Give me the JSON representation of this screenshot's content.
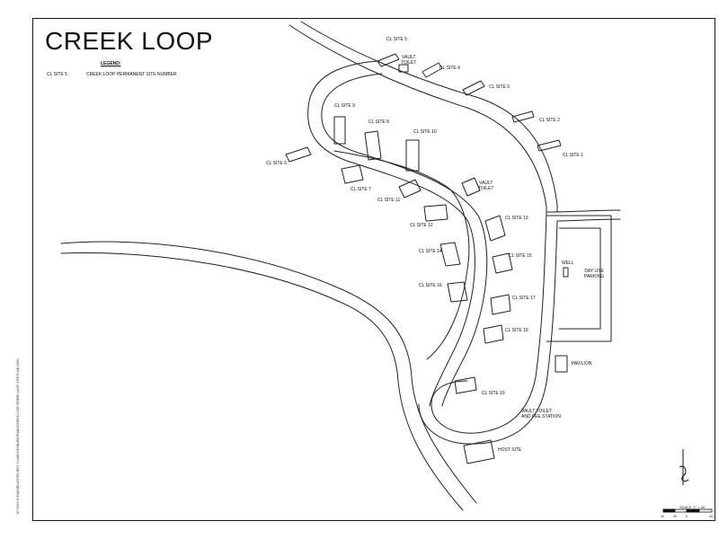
{
  "title": "CREEK LOOP",
  "legend": {
    "heading": "LEGEND:",
    "key": "CL SITE 5",
    "description": "CREEK LOOP PERMANENT SITE NUMBER"
  },
  "side_note": "8/7/2019 H:\\RACHELLE\\PROJECT 3 LAKES\\RANGER\\RANG\\CREEK LOOP\\CREEK LOOP SITE PLAN.DWG",
  "sites": [
    "CL SITE 1",
    "CL SITE 2",
    "CL SITE 3",
    "CL SITE 4",
    "CL SITE 5",
    "CL SITE 6",
    "CL SITE 7",
    "CL SITE 8",
    "CL SITE 9",
    "CL SITE 10",
    "CL SITE 11",
    "CL SITE 12",
    "CL SITE 13",
    "CL SITE 14",
    "CL SITE 15",
    "CL SITE 16",
    "CL SITE 17",
    "CL SITE 18",
    "CL SITE 19",
    "HOST SITE"
  ],
  "facilities": {
    "vault_toilet_top": [
      "VAULT",
      "TOILET"
    ],
    "vault_toilet_mid": [
      "VAULT",
      "TOILET"
    ],
    "vault_toilet_fee": [
      "VAULT TOILET",
      "AND FEE STATION"
    ],
    "well": "WELL",
    "day_use_parking": [
      "DAY USE",
      "PARKING"
    ],
    "pavilion": "PAVILION"
  },
  "scale": {
    "label": "SCALE: 1\" = 40'",
    "ticks": [
      "40",
      "20",
      "0",
      "40"
    ]
  }
}
